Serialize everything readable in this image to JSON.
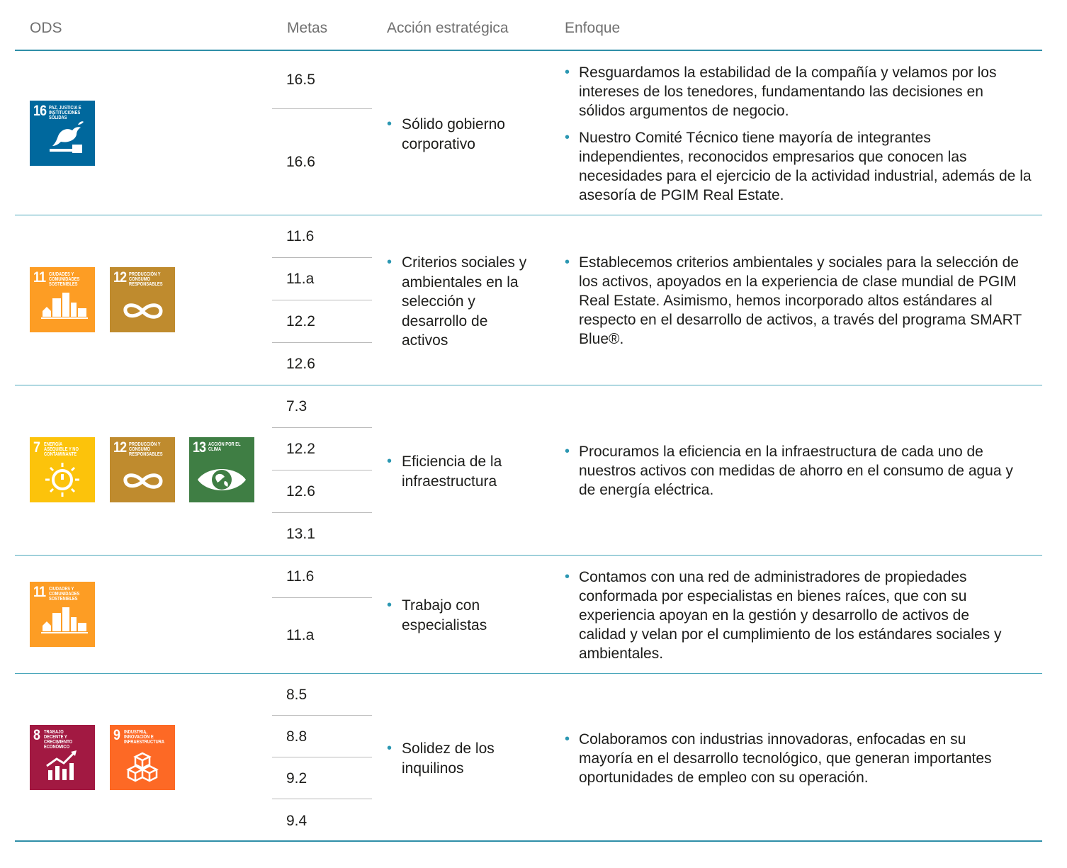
{
  "header": {
    "ods": "ODS",
    "metas": "Metas",
    "accion": "Acción estratégica",
    "enfoque": "Enfoque"
  },
  "sdg_colors": {
    "7": "#FCC30B",
    "8": "#A21942",
    "9": "#FD6925",
    "11": "#FD9D24",
    "12": "#BF8B2E",
    "13": "#3F7E44",
    "16": "#00689D",
    "accent_line": "#2f8fa8"
  },
  "sdg_labels": {
    "7": {
      "num": "7",
      "label": "Energía asequible y no contaminante",
      "icon": "sun-power-icon"
    },
    "8": {
      "num": "8",
      "label": "Trabajo decente y crecimiento económico",
      "icon": "growth-chart-icon"
    },
    "9": {
      "num": "9",
      "label": "Industria, innovación e infraestructura",
      "icon": "cubes-icon"
    },
    "11": {
      "num": "11",
      "label": "Ciudades y comunidades sostenibles",
      "icon": "city-buildings-icon"
    },
    "12": {
      "num": "12",
      "label": "Producción y consumo responsables",
      "icon": "infinity-icon"
    },
    "13": {
      "num": "13",
      "label": "Acción por el clima",
      "icon": "eye-globe-icon"
    },
    "16": {
      "num": "16",
      "label": "Paz, justicia e instituciones sólidas",
      "icon": "dove-gavel-icon"
    }
  },
  "rows": [
    {
      "ods": [
        "16"
      ],
      "metas": [
        "16.5",
        "16.6"
      ],
      "accion": "Sólido gobierno corporativo",
      "enfoque": [
        "Resguardamos la estabilidad de la compañía y velamos por los intereses de los tenedores, fundamentando las decisiones en sólidos argumentos de negocio.",
        "Nuestro Comité Técnico tiene mayoría de integrantes independientes, reconocidos empresarios que conocen las necesidades para el ejercicio de la actividad industrial, además de la asesoría de PGIM Real Estate."
      ]
    },
    {
      "ods": [
        "11",
        "12"
      ],
      "metas": [
        "11.6",
        "11.a",
        "12.2",
        "12.6"
      ],
      "accion": "Criterios sociales y ambientales en la selección y desarrollo de activos",
      "enfoque": [
        "Establecemos criterios ambientales y sociales para la selección de los activos, apoyados en la experiencia de clase mundial de PGIM Real Estate. Asimismo, hemos incorporado altos estándares al respecto en el desarrollo de activos, a través del programa SMART Blue®."
      ]
    },
    {
      "ods": [
        "7",
        "12",
        "13"
      ],
      "metas": [
        "7.3",
        "12.2",
        "12.6",
        "13.1"
      ],
      "accion": "Eficiencia de la infraestructura",
      "enfoque": [
        "Procuramos la eficiencia en la infraestructura de cada uno de nuestros activos con medidas de ahorro en el consumo de agua y de energía eléctrica."
      ]
    },
    {
      "ods": [
        "11"
      ],
      "metas": [
        "11.6",
        "11.a"
      ],
      "accion": "Trabajo con especialistas",
      "enfoque": [
        "Contamos con una red de administradores de propiedades conformada por especialistas en bienes raíces, que con su experiencia apoyan en la gestión y desarrollo de activos de calidad y velan por el cumplimiento de los estándares sociales y ambientales."
      ]
    },
    {
      "ods": [
        "8",
        "9"
      ],
      "metas": [
        "8.5",
        "8.8",
        "9.2",
        "9.4"
      ],
      "accion": "Solidez de los inquilinos",
      "enfoque": [
        "Colaboramos con industrias innovadoras, enfocadas en su mayoría en el desarrollo tecnológico, que generan importantes oportunidades de empleo con su operación."
      ]
    }
  ]
}
